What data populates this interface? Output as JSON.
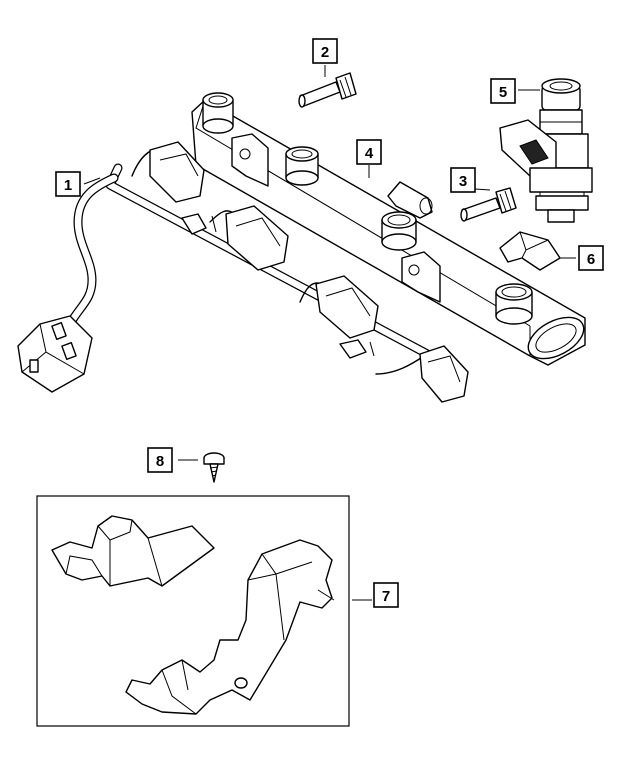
{
  "callouts": [
    {
      "id": "c1",
      "label": "1"
    },
    {
      "id": "c2",
      "label": "2"
    },
    {
      "id": "c3",
      "label": "3"
    },
    {
      "id": "c4",
      "label": "4"
    },
    {
      "id": "c5",
      "label": "5"
    },
    {
      "id": "c6",
      "label": "6"
    },
    {
      "id": "c7",
      "label": "7"
    },
    {
      "id": "c8",
      "label": "8"
    }
  ],
  "icons": {
    "fuel_rail": "fuel-rail-icon",
    "wiring_harness": "wiring-harness-icon",
    "injector": "fuel-injector-icon",
    "bolt": "bolt-icon",
    "clip": "retainer-clip-icon",
    "screw": "screw-icon",
    "brackets": "bracket-icon"
  }
}
